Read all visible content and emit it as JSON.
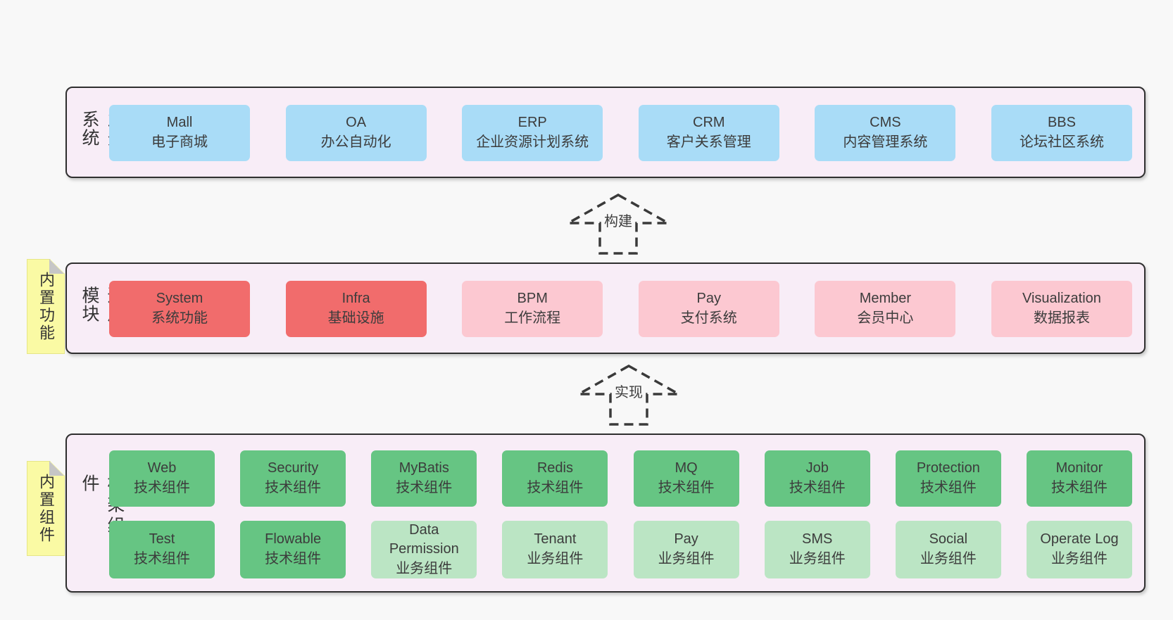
{
  "colors": {
    "background": "#f8f8f8",
    "band_fill": "#f8edf7",
    "band_border": "#2f2f2f",
    "blue_box": "#a9dcf7",
    "red_box": "#f16c6c",
    "pink_box": "#fcc8d1",
    "green_box": "#66c583",
    "light_green_box": "#bbe5c4",
    "sticky_yellow": "#fafaa4",
    "fold_gray": "#c6c6c6",
    "text": "#3c3c3c"
  },
  "bands": [
    {
      "label": "业务系统",
      "boxes": [
        {
          "title": "Mall",
          "subtitle": "电子商城"
        },
        {
          "title": "OA",
          "subtitle": "办公自动化"
        },
        {
          "title": "ERP",
          "subtitle": "企业资源计划系统"
        },
        {
          "title": "CRM",
          "subtitle": "客户关系管理"
        },
        {
          "title": "CMS",
          "subtitle": "内容管理系统"
        },
        {
          "title": "BBS",
          "subtitle": "论坛社区系统"
        }
      ]
    },
    {
      "label": "通用模块",
      "sticky": "内置功能",
      "boxes": [
        {
          "title": "System",
          "subtitle": "系统功能"
        },
        {
          "title": "Infra",
          "subtitle": "基础设施"
        },
        {
          "title": "BPM",
          "subtitle": "工作流程"
        },
        {
          "title": "Pay",
          "subtitle": "支付系统"
        },
        {
          "title": "Member",
          "subtitle": "会员中心"
        },
        {
          "title": "Visualization",
          "subtitle": "数据报表"
        }
      ]
    },
    {
      "label": "框架组件",
      "sticky": "内置组件",
      "rows": [
        [
          {
            "title": "Web",
            "subtitle": "技术组件"
          },
          {
            "title": "Security",
            "subtitle": "技术组件"
          },
          {
            "title": "MyBatis",
            "subtitle": "技术组件"
          },
          {
            "title": "Redis",
            "subtitle": "技术组件"
          },
          {
            "title": "MQ",
            "subtitle": "技术组件"
          },
          {
            "title": "Job",
            "subtitle": "技术组件"
          },
          {
            "title": "Protection",
            "subtitle": "技术组件"
          },
          {
            "title": "Monitor",
            "subtitle": "技术组件"
          }
        ],
        [
          {
            "title": "Test",
            "subtitle": "技术组件"
          },
          {
            "title": "Flowable",
            "subtitle": "技术组件"
          },
          {
            "title": "Data Permission",
            "subtitle": "业务组件"
          },
          {
            "title": "Tenant",
            "subtitle": "业务组件"
          },
          {
            "title": "Pay",
            "subtitle": "业务组件"
          },
          {
            "title": "SMS",
            "subtitle": "业务组件"
          },
          {
            "title": "Social",
            "subtitle": "业务组件"
          },
          {
            "title": "Operate Log",
            "subtitle": "业务组件"
          }
        ]
      ]
    }
  ],
  "arrows": [
    {
      "label": "构建"
    },
    {
      "label": "实现"
    }
  ]
}
